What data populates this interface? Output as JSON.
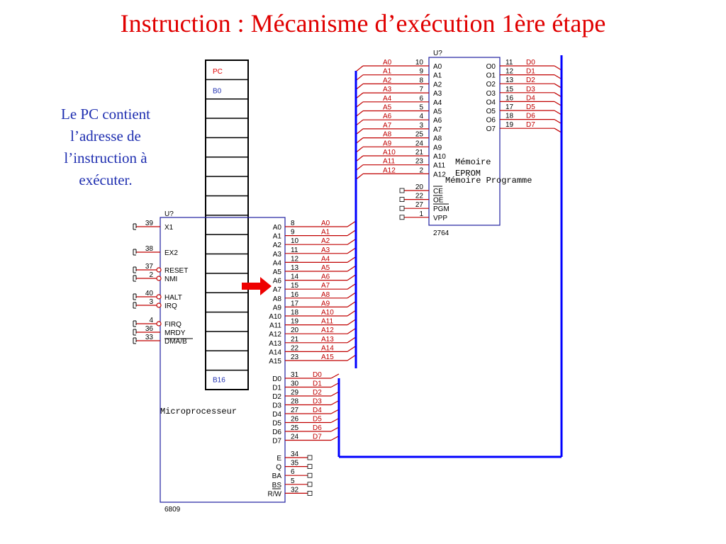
{
  "title": "Instruction : Mécanisme d’exécution 1ère étape",
  "explanation": "Le PC contient l’adresse de l’instruction à exécuter.",
  "registers": {
    "pc": "PC",
    "b0": "B0",
    "b16": "B16"
  },
  "cpu": {
    "ref": "U?",
    "part": "6809",
    "label": "Microprocesseur",
    "left_pins": [
      {
        "num": "39",
        "name": "X1",
        "type": "line"
      },
      {
        "num": "38",
        "name": "EX2",
        "type": "line"
      },
      {
        "num": "37",
        "name": "RESET",
        "type": "bubble"
      },
      {
        "num": "2",
        "name": "NMI",
        "type": "bubble"
      },
      {
        "num": "40",
        "name": "HALT",
        "type": "bubble"
      },
      {
        "num": "3",
        "name": "IRQ",
        "type": "bubble"
      },
      {
        "num": "4",
        "name": "FIRQ",
        "type": "bubble"
      },
      {
        "num": "36",
        "name": "MRDY",
        "type": "line"
      },
      {
        "num": "33",
        "name": "DMA/B",
        "type": "line"
      }
    ],
    "address_pins": [
      {
        "num": "8",
        "name": "A0",
        "net": "A0"
      },
      {
        "num": "9",
        "name": "A1",
        "net": "A1"
      },
      {
        "num": "10",
        "name": "A2",
        "net": "A2"
      },
      {
        "num": "11",
        "name": "A3",
        "net": "A3"
      },
      {
        "num": "12",
        "name": "A4",
        "net": "A4"
      },
      {
        "num": "13",
        "name": "A5",
        "net": "A5"
      },
      {
        "num": "14",
        "name": "A6",
        "net": "A6"
      },
      {
        "num": "15",
        "name": "A7",
        "net": "A7"
      },
      {
        "num": "16",
        "name": "A8",
        "net": "A8"
      },
      {
        "num": "17",
        "name": "A9",
        "net": "A9"
      },
      {
        "num": "18",
        "name": "A10",
        "net": "A10"
      },
      {
        "num": "19",
        "name": "A11",
        "net": "A11"
      },
      {
        "num": "20",
        "name": "A12",
        "net": "A12"
      },
      {
        "num": "21",
        "name": "A13",
        "net": "A13"
      },
      {
        "num": "22",
        "name": "A14",
        "net": "A14"
      },
      {
        "num": "23",
        "name": "A15",
        "net": "A15"
      }
    ],
    "data_pins": [
      {
        "num": "31",
        "name": "D0",
        "net": "D0"
      },
      {
        "num": "30",
        "name": "D1",
        "net": "D1"
      },
      {
        "num": "29",
        "name": "D2",
        "net": "D2"
      },
      {
        "num": "28",
        "name": "D3",
        "net": "D3"
      },
      {
        "num": "27",
        "name": "D4",
        "net": "D4"
      },
      {
        "num": "26",
        "name": "D5",
        "net": "D5"
      },
      {
        "num": "25",
        "name": "D6",
        "net": "D6"
      },
      {
        "num": "24",
        "name": "D7",
        "net": "D7"
      }
    ],
    "control_pins": [
      {
        "num": "34",
        "name": "E"
      },
      {
        "num": "35",
        "name": "Q"
      },
      {
        "num": "6",
        "name": "BA"
      },
      {
        "num": "5",
        "name": "BS"
      },
      {
        "num": "32",
        "name": "R/W"
      }
    ]
  },
  "eprom": {
    "ref": "U?",
    "part": "2764",
    "label_memoire": "Mémoire",
    "label_eprom": "EPROM",
    "label_programme": "Mémoire Programme",
    "address_pins": [
      {
        "num": "10",
        "name": "A0",
        "net": "A0"
      },
      {
        "num": "9",
        "name": "A1",
        "net": "A1"
      },
      {
        "num": "8",
        "name": "A2",
        "net": "A2"
      },
      {
        "num": "7",
        "name": "A3",
        "net": "A3"
      },
      {
        "num": "6",
        "name": "A4",
        "net": "A4"
      },
      {
        "num": "5",
        "name": "A5",
        "net": "A5"
      },
      {
        "num": "4",
        "name": "A6",
        "net": "A6"
      },
      {
        "num": "3",
        "name": "A7",
        "net": "A7"
      },
      {
        "num": "25",
        "name": "A8",
        "net": "A8"
      },
      {
        "num": "24",
        "name": "A9",
        "net": "A9"
      },
      {
        "num": "21",
        "name": "A10",
        "net": "A10"
      },
      {
        "num": "23",
        "name": "A11",
        "net": "A11"
      },
      {
        "num": "2",
        "name": "A12",
        "net": "A12"
      }
    ],
    "control_pins": [
      {
        "num": "20",
        "name": "CE"
      },
      {
        "num": "22",
        "name": "OE"
      },
      {
        "num": "27",
        "name": "PGM"
      },
      {
        "num": "1",
        "name": "VPP"
      }
    ],
    "output_pins": [
      {
        "num": "11",
        "name": "O0",
        "net": "D0"
      },
      {
        "num": "12",
        "name": "O1",
        "net": "D1"
      },
      {
        "num": "13",
        "name": "O2",
        "net": "D2"
      },
      {
        "num": "15",
        "name": "O3",
        "net": "D3"
      },
      {
        "num": "16",
        "name": "O4",
        "net": "D4"
      },
      {
        "num": "17",
        "name": "O5",
        "net": "D5"
      },
      {
        "num": "18",
        "name": "O6",
        "net": "D6"
      },
      {
        "num": "19",
        "name": "O7",
        "net": "D7"
      }
    ]
  },
  "colors": {
    "title": "#e00000",
    "wire": "#c00000",
    "bus": "#0000ff",
    "body": "#2020a0",
    "arrow": "#ee0000"
  }
}
